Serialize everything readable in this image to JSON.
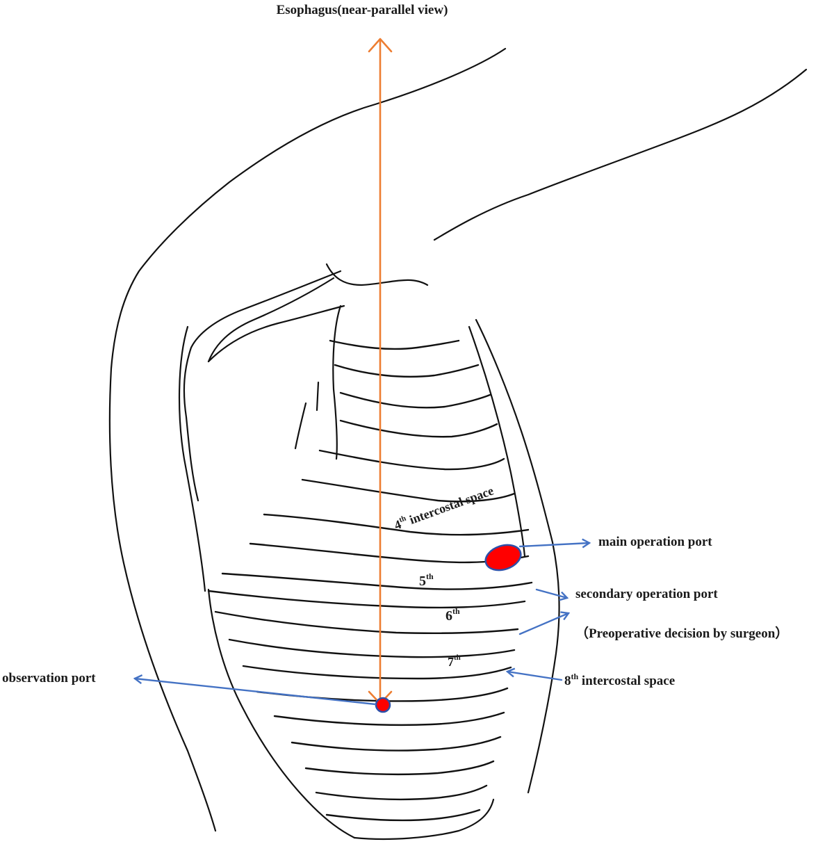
{
  "figure": {
    "top_label": "Esophagus(near-parallel view)",
    "labels": {
      "main_port": "main operation port",
      "secondary_port": "secondary operation port",
      "preoperative": "（Preoperative decision by surgeon）",
      "observation_port": "observation port",
      "space_4": "4",
      "space_4_suffix": "th",
      "space_4_text": " intercostal space",
      "space_5": "5",
      "space_5_suffix": "th",
      "space_6": "6",
      "space_6_suffix": "th",
      "space_7": "7",
      "space_7_suffix": "th",
      "space_8": "8",
      "space_8_suffix": "th",
      "space_8_text": " intercostal space"
    },
    "colors": {
      "port_fill": "#ff0000",
      "port_outline": "#2e4fa8",
      "arrow_blue": "#4472c4",
      "arrow_orange": "#ed7d31"
    }
  }
}
